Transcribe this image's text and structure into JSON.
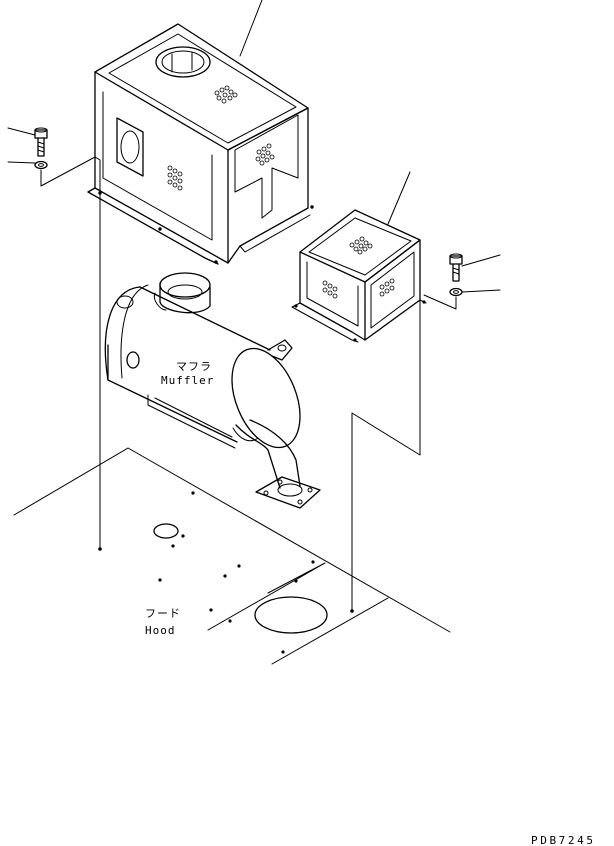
{
  "labels": {
    "muffler_jp": "マフラ",
    "muffler_en": "Muffler",
    "hood_jp": "フード",
    "hood_en": "Hood"
  },
  "drawing_code": "PDB7245",
  "colors": {
    "line": "#000000",
    "background": "#ffffff"
  }
}
